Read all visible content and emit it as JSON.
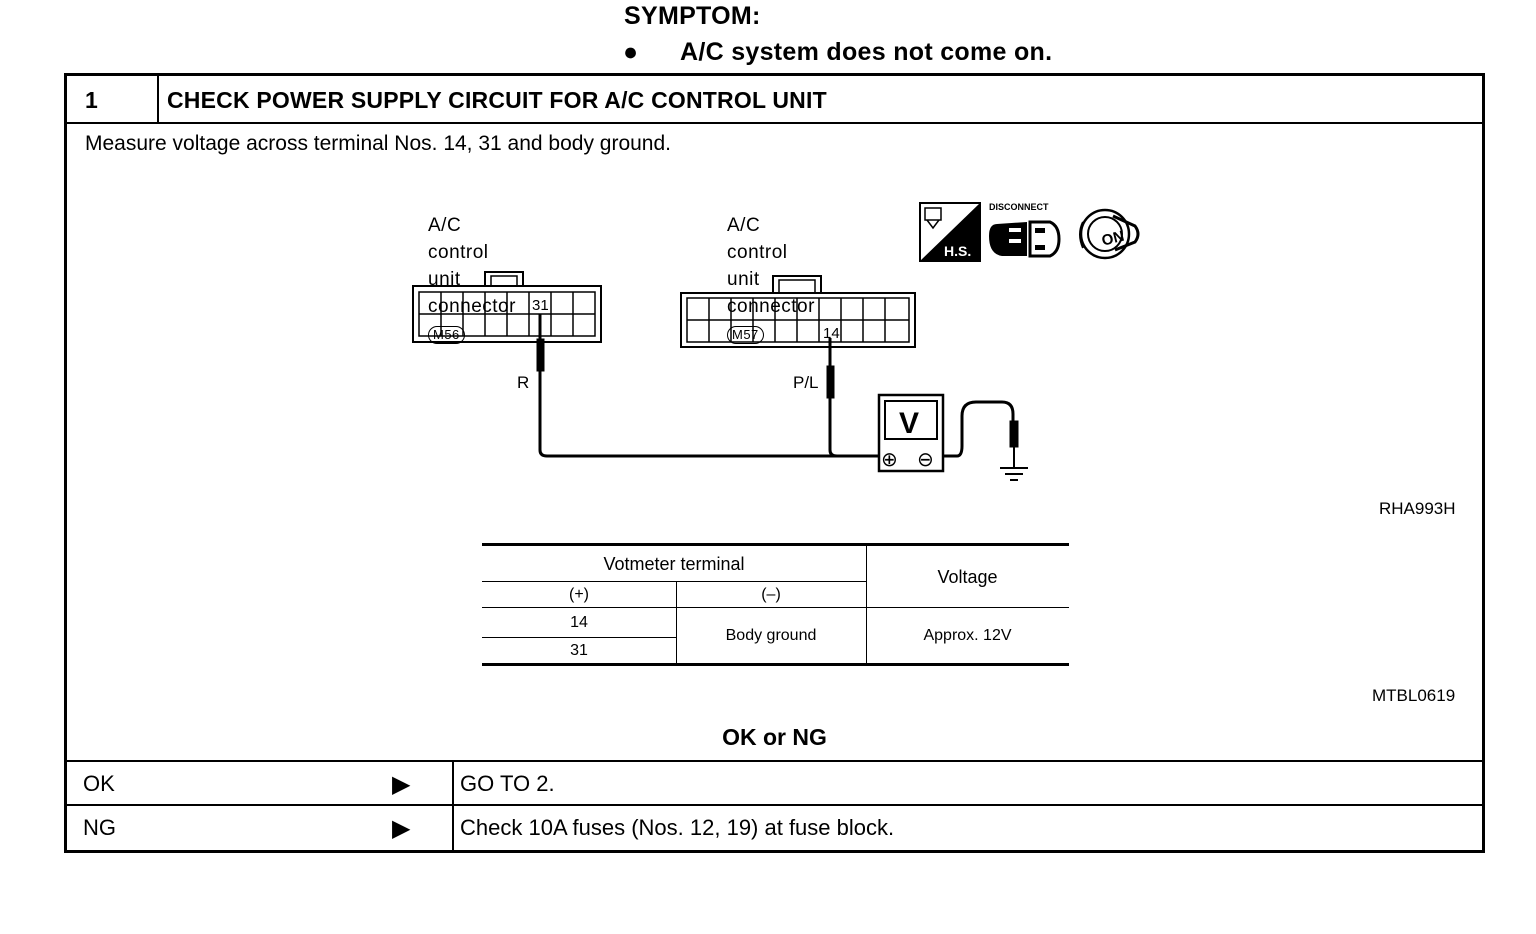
{
  "symptom": {
    "title": "SYMPTOM:",
    "bullet": "●",
    "text": "A/C system does not come on."
  },
  "step": {
    "number": "1",
    "title": "CHECK POWER SUPPLY CIRCUIT FOR A/C CONTROL UNIT",
    "instruction": "Measure voltage across terminal Nos. 14, 31 and body ground."
  },
  "diagram": {
    "connector_left": {
      "line1": "A/C control unit",
      "line2": "connector",
      "id": "M56",
      "terminal": "31",
      "wire_color": "R"
    },
    "connector_right": {
      "line1": "A/C control unit",
      "line2": "connector",
      "id": "M57",
      "terminal": "14",
      "wire_color": "P/L"
    },
    "meter_symbol": "V",
    "plus_symbol": "⊕",
    "minus_symbol": "⊖",
    "icons": {
      "hs": "H.S.",
      "disconnect": "DISCONNECT",
      "ignition": "ON"
    },
    "reference": "RHA993H"
  },
  "voltage_table": {
    "group_header": "Votmeter terminal",
    "col_plus": "(+)",
    "col_minus": "(–)",
    "col_voltage": "Voltage",
    "rows": [
      "14",
      "31"
    ],
    "ground": "Body ground",
    "voltage": "Approx. 12V",
    "reference": "MTBL0619"
  },
  "result": {
    "heading": "OK or NG",
    "rows": [
      {
        "label": "OK",
        "arrow": "▶",
        "action": "GO TO 2."
      },
      {
        "label": "NG",
        "arrow": "▶",
        "action": "Check 10A fuses (Nos. 12, 19) at fuse block."
      }
    ]
  }
}
